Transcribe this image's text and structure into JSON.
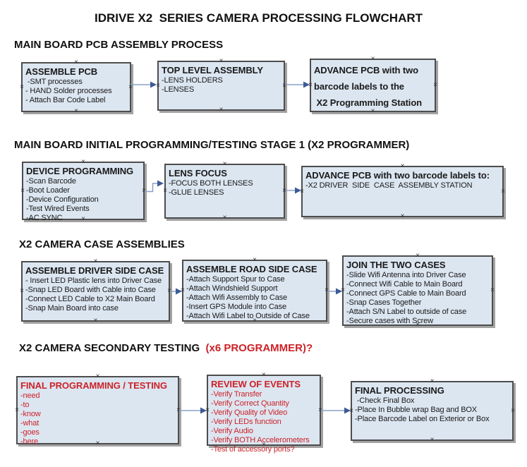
{
  "title": "IDRIVE X2  SERIES CAMERA PROCESSING FLOWCHART",
  "icons": {
    "connection_anchor": "×"
  },
  "colors": {
    "box_fill": "#dce6f1",
    "box_border": "#4d4d4d",
    "red_text": "#cc2228",
    "arrow_line": "#8aa0c6",
    "arrow_head": "#3d5a98"
  },
  "sections": [
    {
      "heading": "MAIN BOARD PCB ASSEMBLY PROCESS",
      "boxes": [
        {
          "title": "ASSEMBLE PCB",
          "items": [
            " -SMT processes",
            "- HAND Solder processes",
            "- Attach Bar Code Label"
          ]
        },
        {
          "title": "TOP LEVEL ASSEMBLY",
          "items": [
            "-LENS HOLDERS",
            "-LENSES"
          ]
        },
        {
          "title": "ADVANCE PCB with two\nbarcode labels to the\n X2 Programming Station",
          "items": []
        }
      ]
    },
    {
      "heading": "MAIN BOARD INITIAL PROGRAMMING/TESTING STAGE 1 (X2 PROGRAMMER)",
      "boxes": [
        {
          "title": "DEVICE PROGRAMMING",
          "items": [
            "-Scan Barcode",
            "-Boot Loader",
            "-Device Configuration",
            "-Test Wired Events",
            "-AC SYNC"
          ]
        },
        {
          "title": "LENS FOCUS",
          "items": [
            "-FOCUS BOTH LENSES",
            "-GLUE LENSES"
          ]
        },
        {
          "title": "ADVANCE PCB with two barcode labels to:",
          "items": [
            "-X2 DRIVER  SIDE  CASE  ASSEMBLY STATION"
          ]
        }
      ]
    },
    {
      "heading": "X2 CAMERA CASE ASSEMBLIES",
      "boxes": [
        {
          "title": "ASSEMBLE DRIVER SIDE CASE",
          "items": [
            "- Insert LED Plastic lens into Driver Case",
            "-Snap LED Board with Cable into Case",
            "-Connect LED Cable to X2 Main Board",
            "-Snap Main Board into case"
          ]
        },
        {
          "title": "ASSEMBLE ROAD SIDE CASE",
          "items": [
            "-Attach Support Spur to Case",
            "-Attach Windshield Support",
            "-Attach Wifi Assembly to Case",
            "-Insert GPS Module into Case",
            "-Attach Wifi Label to Outside of Case"
          ]
        },
        {
          "title": "JOIN THE TWO CASES",
          "items": [
            "-Slide Wifi Antenna into Driver Case",
            "-Connect Wifi Cable to Main Board",
            "-Connect GPS Cable to Main Board",
            "-Snap Cases Together",
            "-Attach S/N Label to outside of case",
            "-Secure cases with Screw"
          ]
        }
      ]
    },
    {
      "heading": "X2 CAMERA SECONDARY TESTING",
      "heading_red": "  (x6 PROGRAMMER)?",
      "boxes": [
        {
          "title": "FINAL PROGRAMMING / TESTING",
          "items": [
            "-need",
            "-to",
            "-know",
            "-what",
            "-goes",
            "-here"
          ]
        },
        {
          "title": "REVIEW OF EVENTS",
          "items": [
            "-Verify Transfer",
            "-Verify Correct Quantity",
            "-Verify Quality of Video",
            "-Verify LEDs function",
            "-Verify Audio",
            "-Verify BOTH Accelerometers",
            "-Test of accessory ports?"
          ]
        },
        {
          "title": "FINAL PROCESSING",
          "items": [
            " -Check Final Box",
            "-Place In Bubble wrap Bag and BOX",
            "-Place Barcode Label on Exterior or Box"
          ]
        }
      ]
    }
  ]
}
